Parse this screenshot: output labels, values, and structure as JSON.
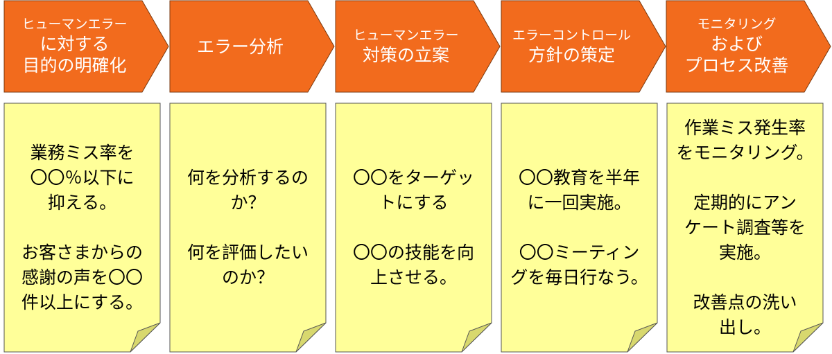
{
  "colors": {
    "arrow_fill": "#f26b1d",
    "arrow_stroke": "#7a3a10",
    "note_fill": "#ffff99",
    "note_stroke": "#555555",
    "fold_fill": "#d8d86e"
  },
  "steps": [
    {
      "title_lines": [
        "ヒューマンエラー",
        "に対する",
        "目的の明確化"
      ],
      "note_paragraphs": [
        [
          "業務ミス率を",
          "〇〇％以下に",
          "抑える。"
        ],
        [
          "お客さまからの",
          "感謝の声を〇〇",
          "件以上にする。"
        ]
      ]
    },
    {
      "title_lines": [
        "エラー分析"
      ],
      "note_paragraphs": [
        [
          "何を分析するの",
          "か？"
        ],
        [
          "何を評価したい",
          "のか？"
        ]
      ]
    },
    {
      "title_lines": [
        "ヒューマンエラー",
        "対策の立案"
      ],
      "note_paragraphs": [
        [
          "〇〇をターゲッ",
          "トにする"
        ],
        [
          "〇〇の技能を向",
          "上させる。"
        ]
      ]
    },
    {
      "title_lines": [
        "エラーコントロール",
        "方針の策定"
      ],
      "note_paragraphs": [
        [
          "〇〇教育を半年",
          "に一回実施。"
        ],
        [
          "〇〇ミーティン",
          "グを毎日行なう。"
        ]
      ]
    },
    {
      "title_lines": [
        "モニタリング",
        "および",
        "プロセス改善"
      ],
      "note_paragraphs": [
        [
          "作業ミス発生率",
          "をモニタリング。"
        ],
        [
          "定期的にアン",
          "ケート調査等を",
          "実施。"
        ],
        [
          "改善点の洗い",
          "出し。"
        ]
      ]
    }
  ]
}
